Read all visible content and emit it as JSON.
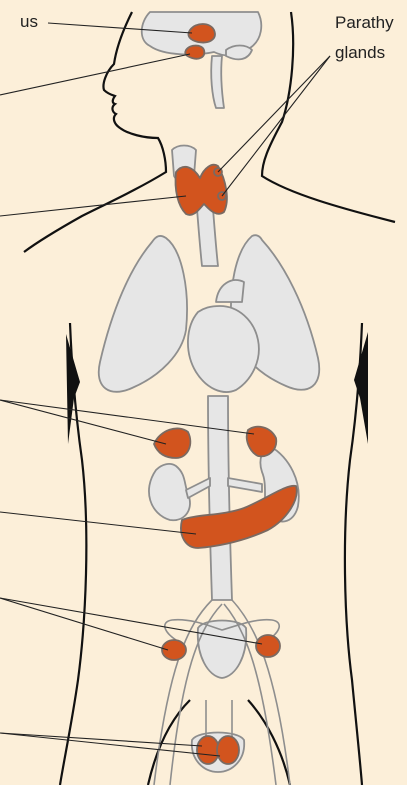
{
  "labels": {
    "partial_left_label": "us",
    "parathyroid_line1": "Parathy",
    "parathyroid_line2": "glands"
  },
  "organs": [
    "hypothalamus",
    "pituitary-gland",
    "thyroid-gland",
    "parathyroid-glands",
    "adrenal-glands",
    "pancreas",
    "ovaries",
    "testes"
  ],
  "colors": {
    "background": "#fcefd9",
    "gland": "#d2541e",
    "gland_outline": "#7a6a62",
    "organ_fill": "#e6e6e6",
    "organ_outline": "#8e8e8e",
    "body_outline": "#111111",
    "leader_line": "#222222"
  }
}
